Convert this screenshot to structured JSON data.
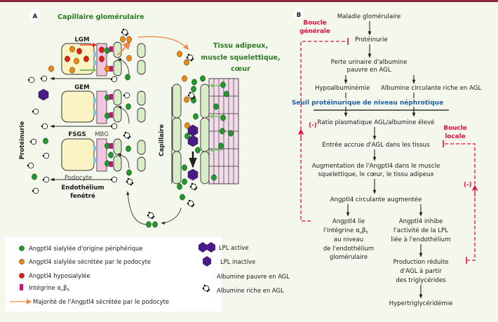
{
  "colors": {
    "accent_bar": "#8b2a3c",
    "background": "#f4f7ec",
    "green_text": "#2b7a22",
    "red_loop": "#e0103a",
    "blue_threshold": "#1f5fa8",
    "green_dot": "#1e9a2a",
    "orange_dot": "#f08a0c",
    "red_dot": "#e02010",
    "integrin": "#c0187a",
    "podocyte_fill": "#fbf3c4",
    "gbm_fill": "#f1c6de",
    "endothelium_fill": "#d9ecc8",
    "lpl_purple": "#4a1a86",
    "muscle_fill": "#f3dcea",
    "orange_arrow": "#ef8a4e",
    "green_arrow": "#7fbf6a"
  },
  "panelA": {
    "badge": "A",
    "title": "Capillaire glomérulaire",
    "tissue_label": [
      "Tissu adipeux,",
      "muscle squelettique,",
      "cœur"
    ],
    "lgm": "LGM",
    "gem": "GEM",
    "fsgs": "FSGS",
    "mbg": "MBG",
    "podocyte": "Podocyte",
    "endothelium": [
      "Endothélium",
      "fenêtré"
    ],
    "proteinuria": "Protéinurie",
    "capillary": "Capillaire"
  },
  "legend": {
    "items_left": [
      {
        "icon": "green-dot-icon",
        "label": "Angptl4 sialylée d'origine périphérique"
      },
      {
        "icon": "orange-dot-icon",
        "label": "Angptl4 sialylée sécrétée par le podocyte"
      },
      {
        "icon": "red-dot-icon",
        "label": "Angptl4 hyposialylée"
      },
      {
        "icon": "integrin-icon",
        "label": "Intégrine α"
      },
      {
        "icon": "orange-arrow-icon",
        "label": "Majorité de l'Angptl4 sécrétée par le podocyte"
      }
    ],
    "integrin_sub1": "v",
    "integrin_beta": "β",
    "integrin_sub2": "5",
    "items_right": [
      {
        "icon": "lpl-active-icon",
        "label": "LPL active"
      },
      {
        "icon": "lpl-inactive-icon",
        "label": "LPL inactive"
      },
      {
        "icon": "albumin-poor-icon",
        "label": "Albumine pauvre en AGL"
      },
      {
        "icon": "albumin-rich-icon",
        "label": "Albumine riche en AGL"
      }
    ]
  },
  "panelB": {
    "badge": "B",
    "nodes": {
      "maladie": "Maladie glomérulaire",
      "proteinurie": "Protéinurie",
      "perte1": "Perte urinaire d'albumine",
      "perte2": "pauvre en AGL",
      "hypo": "Hypoalbuminémie",
      "albcirc": "Albumine circulante  riche en AGL",
      "seuil": "Seuil protéinurique de niveau néphrotique",
      "ratio": "Ratio plasmatique AGL/albumine élevé",
      "entree": "Entrée accrue d'AGL dans les tissus",
      "augm1": "Augmentation de l'Angptl4 dans le muscle",
      "augm2": "squelettique, le cœur, le tissu adipeux",
      "circ": "Angptl4 circulante augmentée",
      "lie1": "Angptl4 lie",
      "lie2": "l'intégrine α",
      "lie3": "au niveau",
      "lie4": "de l'endothélium",
      "lie5": "glomérulaire",
      "inhibe1": "Angptl4 inhibe",
      "inhibe2": "l'activité de la LPL",
      "inhibe3": "liée à l'endothélium",
      "prod1": "Production réduite",
      "prod2": "d'AGL à partir",
      "prod3": "des triglycérides",
      "hyper": "Hypertriglycéridémie"
    },
    "loop_general": [
      "Boucle",
      "générale"
    ],
    "loop_local": [
      "Boucle",
      "locale"
    ],
    "minus": "(-)",
    "beta": "β",
    "sub_v": "v",
    "sub_5": "5"
  }
}
